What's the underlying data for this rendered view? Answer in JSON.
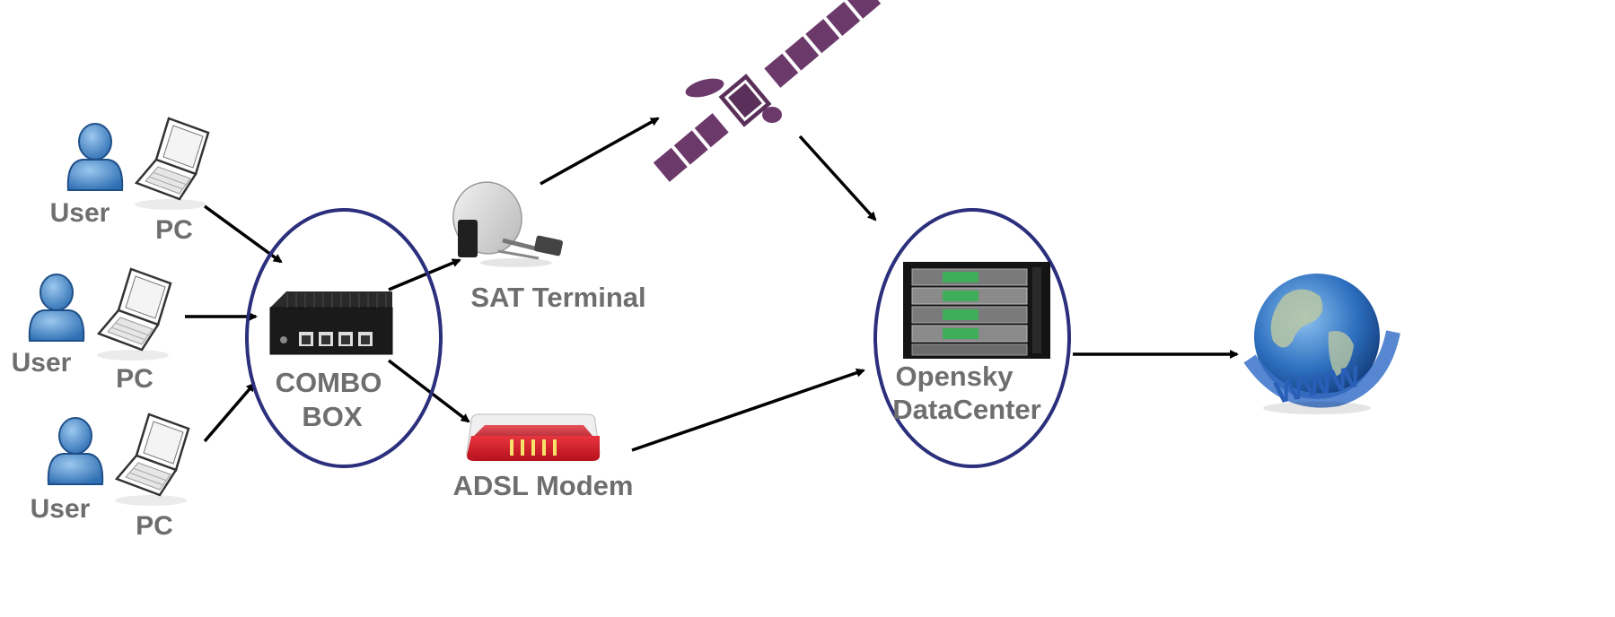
{
  "users": [
    {
      "user_label": "User",
      "pc_label": "PC"
    },
    {
      "user_label": "User",
      "pc_label": "PC"
    },
    {
      "user_label": "User",
      "pc_label": "PC"
    }
  ],
  "combo_box": {
    "line1": "COMBO",
    "line2": "BOX"
  },
  "sat_terminal": {
    "label": "SAT Terminal"
  },
  "adsl_modem": {
    "label": "ADSL Modem"
  },
  "datacenter": {
    "line1": "Opensky",
    "line2": "DataCenter"
  },
  "internet": {
    "icon": "www-globe-icon"
  },
  "satellite": {
    "icon": "satellite-icon",
    "color": "#6b3a6b"
  },
  "colors": {
    "ellipse": "#2b2f7c",
    "arrow": "#000000",
    "label": "#6e6e6e",
    "user_icon": "#3f80c2",
    "modem_red": "#d41f2c",
    "globe_blue": "#2d6fbf"
  }
}
